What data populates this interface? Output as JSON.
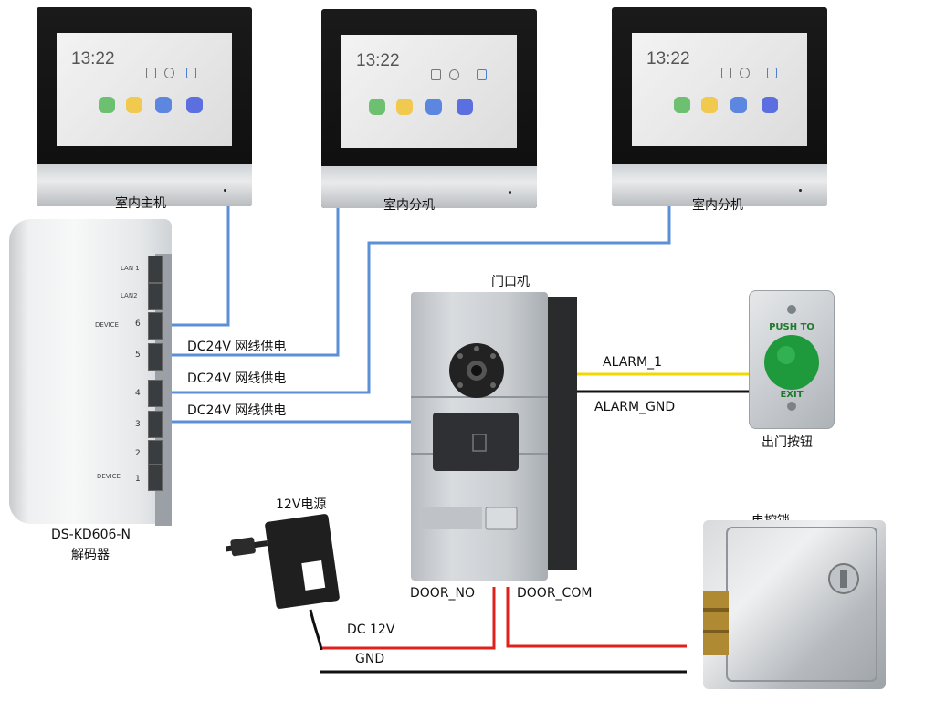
{
  "monitors": [
    {
      "name": "室内主机",
      "time": "13:22"
    },
    {
      "name": "室内分机",
      "time": "13:22"
    },
    {
      "name": "室内分机",
      "time": "13:22"
    }
  ],
  "decoder": {
    "model": "DS-KD606-N",
    "type": "解码器",
    "port_labels": [
      "LAN 1",
      "LAN2",
      "DEVICE",
      "DEVICE"
    ],
    "port_numbers": [
      "6",
      "5",
      "4",
      "3",
      "2",
      "1"
    ]
  },
  "door_station": {
    "name": "门口机"
  },
  "exit_button": {
    "name": "出门按钮",
    "top_text": "PUSH TO",
    "bottom_text": "EXIT"
  },
  "lock": {
    "name": "电控锁"
  },
  "power": {
    "name": "12V电源"
  },
  "connections": {
    "poe_label": "DC24V 网线供电",
    "alarm1": "ALARM_1",
    "alarm_gnd": "ALARM_GND",
    "door_no": "DOOR_NO",
    "door_com": "DOOR_COM",
    "dc12v": "DC 12V",
    "gnd": "GND"
  },
  "colors": {
    "network_cable": "#5b8fd6",
    "alarm_wire": "#f0d800",
    "dc_wire": "#e0201c",
    "ground_wire": "#111111"
  }
}
